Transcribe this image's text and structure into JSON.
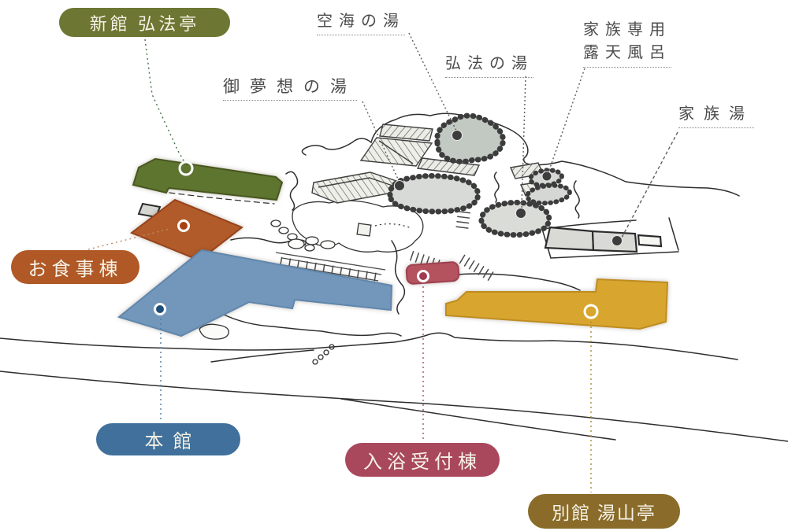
{
  "legend_labels": {
    "shinkan": {
      "text": "新館 弘法亭",
      "pill_color": "#6d7632"
    },
    "oshokuji": {
      "text": "お食事棟",
      "pill_color": "#b05826"
    },
    "honkan": {
      "text": "本館",
      "pill_color": "#40709b"
    },
    "nyuyoku": {
      "text": "入浴受付棟",
      "pill_color": "#a9485d"
    },
    "bekkan": {
      "text": "別館 湯山亭",
      "pill_color": "#8a6b29"
    }
  },
  "bath_labels": {
    "kukai": "空海の湯",
    "gomuso": "御夢想の湯",
    "kobo": "弘法の湯",
    "rotenburo_line1": "家族専用",
    "rotenburo_line2": "露天風呂",
    "kazokuyu": "家族湯"
  },
  "building_colors": {
    "shinkan_building": "#5e7530",
    "oshokuji_building": "#b25b2a",
    "honkan_building": "#7397bb",
    "nyuyoku_building": "#b4525e",
    "bekkan_building": "#d8a62f",
    "kazokuyu_building": "#d9dad6"
  },
  "marker_colors": {
    "pond_dot": "#3d3d3d",
    "ring": "#ffffff"
  },
  "text_color": "#4c4c4c",
  "background": "#ffffff"
}
